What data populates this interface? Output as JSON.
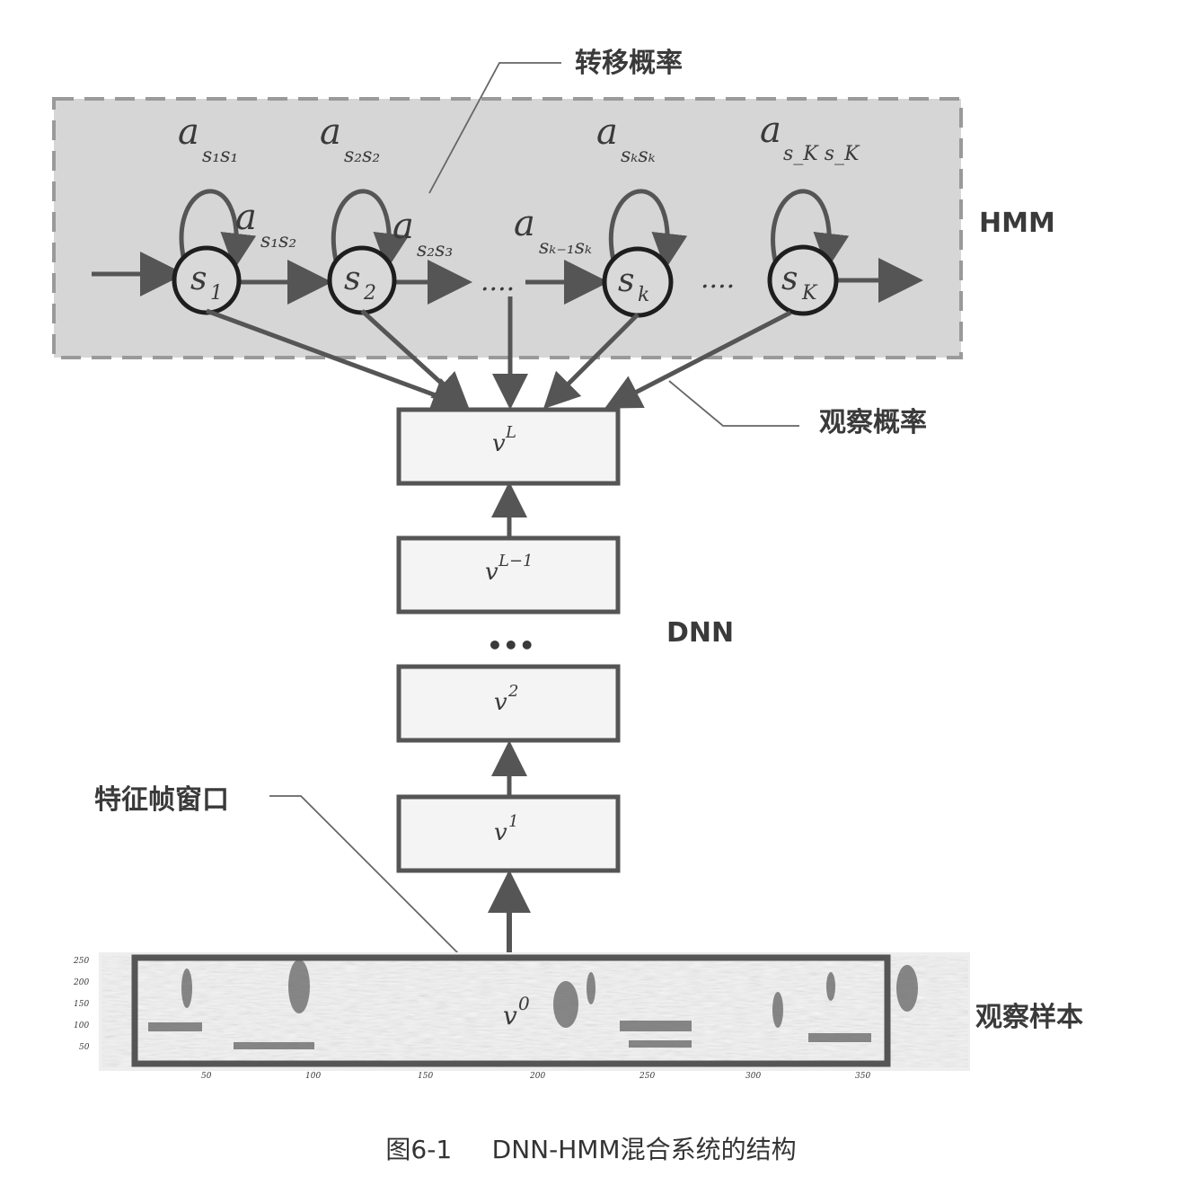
{
  "labels": {
    "transition_prob": "转移概率",
    "hmm": "HMM",
    "observation_prob": "观察概率",
    "dnn": "DNN",
    "feature_window": "特征帧窗口",
    "observation_sample": "观察样本",
    "ellipsis_states_1": "....",
    "ellipsis_states_2": "....",
    "ellipsis_layers": "•••"
  },
  "states": [
    {
      "base": "s",
      "sub": "1"
    },
    {
      "base": "s",
      "sub": "2"
    },
    {
      "base": "s",
      "sub": "k"
    },
    {
      "base": "s",
      "sub": "K"
    }
  ],
  "self_transitions": [
    {
      "base": "a",
      "sub": "s₁s₁"
    },
    {
      "base": "a",
      "sub": "s₂s₂"
    },
    {
      "base": "a",
      "sub": "sₖsₖ"
    },
    {
      "base": "a",
      "sub": "s_K s_K"
    }
  ],
  "forward_transitions": [
    {
      "base": "a",
      "sub": "s₁s₂"
    },
    {
      "base": "a",
      "sub": "s₂s₃"
    },
    {
      "base": "a",
      "sub": "sₖ₋₁sₖ"
    }
  ],
  "layers": [
    {
      "base": "v",
      "sup": "L"
    },
    {
      "base": "v",
      "sup": "L−1"
    },
    {
      "base": "v",
      "sup": "2"
    },
    {
      "base": "v",
      "sup": "1"
    },
    {
      "base": "v",
      "sup": "0"
    }
  ],
  "spectrogram": {
    "y_ticks": [
      "250",
      "200",
      "150",
      "100",
      "50"
    ],
    "x_ticks": [
      "50",
      "100",
      "150",
      "200",
      "250",
      "300",
      "350"
    ]
  },
  "caption": "图6-1     DNN-HMM混合系统的结构",
  "colors": {
    "hmm_box_fill": "#d6d6d6",
    "hmm_box_border": "#9a9a9a",
    "stroke": "#555555",
    "text": "#3a3a3a"
  }
}
